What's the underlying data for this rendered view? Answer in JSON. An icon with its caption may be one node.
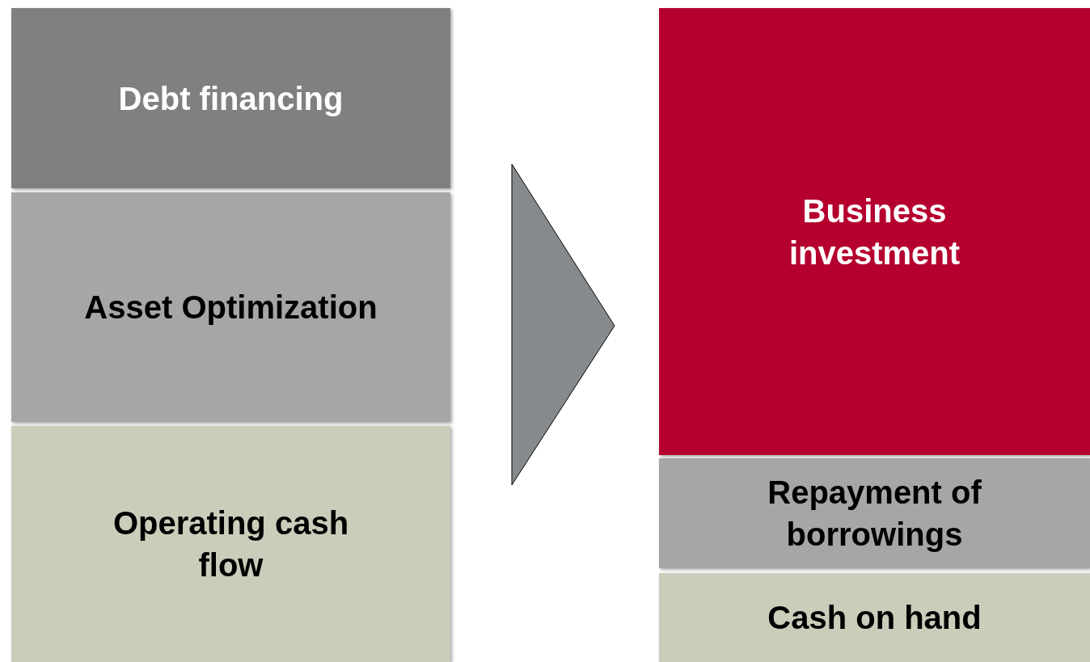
{
  "diagram": {
    "nodes": [
      {
        "text": [
          "Debt financing"
        ]
      },
      {
        "text": [
          "Asset Optimization"
        ]
      },
      {
        "text": [
          "Operating cash flow"
        ]
      },
      {
        "text": [
          "Business investment"
        ]
      },
      {
        "text": [
          "Repayment of borrowings"
        ]
      },
      {
        "text": [
          "Cash on hand"
        ]
      }
    ]
  }
}
